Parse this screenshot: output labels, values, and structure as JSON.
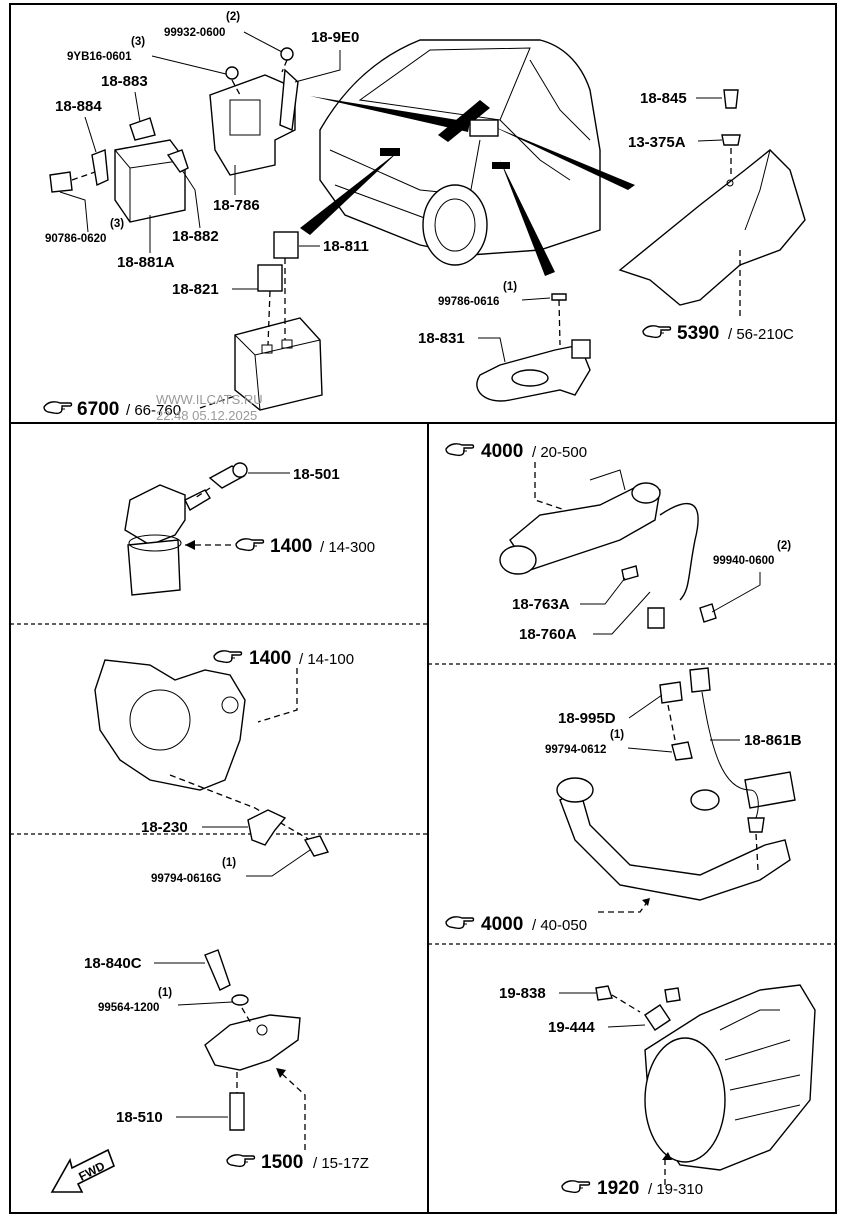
{
  "watermark": [
    "WWW.ILCATS.RU",
    "22.48 05.12.2025"
  ],
  "sections": {
    "top": {
      "parts": {
        "p1": "18-9E0",
        "p2": "99932-0600",
        "p2_qty": "(2)",
        "p3": "9YB16-0601",
        "p3_qty": "(3)",
        "p4": "18-883",
        "p5": "18-884",
        "p6": "90786-0620",
        "p6_qty": "(3)",
        "p7": "18-881A",
        "p8": "18-882",
        "p9": "18-786",
        "p10": "18-811",
        "p11": "18-821",
        "p12": "18-845",
        "p13": "13-375A",
        "p14": "99786-0616",
        "p14_qty": "(1)",
        "p15": "18-831"
      },
      "refs": {
        "left": {
          "num": "6700",
          "sub": "/ 66-760"
        },
        "right": {
          "num": "5390",
          "sub": "/ 56-210C"
        }
      }
    },
    "mid_left_upper": {
      "parts": {
        "p1": "18-501"
      },
      "ref": {
        "num": "1400",
        "sub": "/ 14-300"
      }
    },
    "mid_left_lower": {
      "parts": {
        "p1": "18-230",
        "p2": "99794-0616G",
        "p2_qty": "(1)"
      },
      "ref": {
        "num": "1400",
        "sub": "/ 14-100"
      }
    },
    "mid_right_upper": {
      "parts": {
        "p1": "18-763A",
        "p2": "18-760A",
        "p3": "99940-0600",
        "p3_qty": "(2)"
      },
      "ref": {
        "num": "4000",
        "sub": "/ 20-500"
      }
    },
    "mid_right_lower": {
      "parts": {
        "p1": "18-995D",
        "p2": "99794-0612",
        "p2_qty": "(1)",
        "p3": "18-861B"
      },
      "ref": {
        "num": "4000",
        "sub": "/ 40-050"
      }
    },
    "bottom_left": {
      "parts": {
        "p1": "18-840C",
        "p2": "99564-1200",
        "p2_qty": "(1)",
        "p3": "18-510"
      },
      "ref": {
        "num": "1500",
        "sub": "/ 15-17Z"
      },
      "fwd": "FWD"
    },
    "bottom_right": {
      "parts": {
        "p1": "19-838",
        "p2": "19-444"
      },
      "ref": {
        "num": "1920",
        "sub": "/ 19-310"
      }
    }
  }
}
